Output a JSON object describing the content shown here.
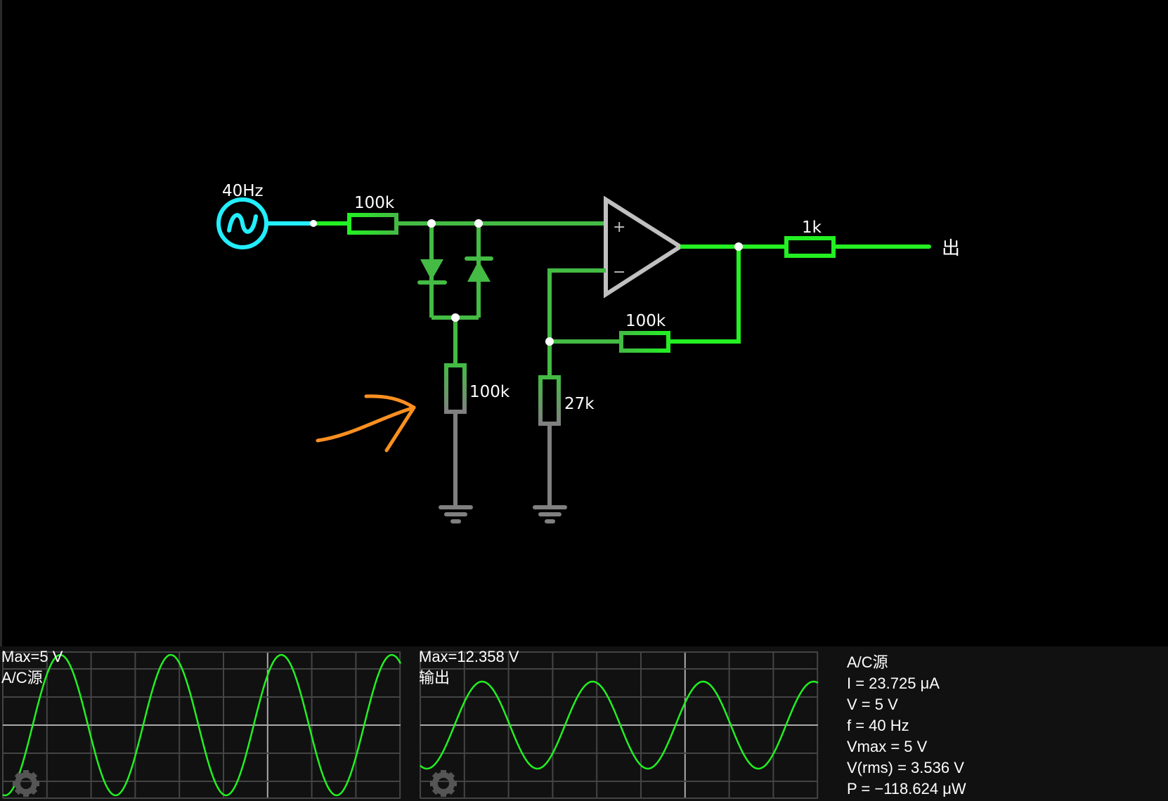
{
  "circuit": {
    "source": {
      "label": "40Hz",
      "icon": "ac-source-icon"
    },
    "resistors": {
      "r_input": "100k",
      "r_shunt": "100k",
      "r_ground": "27k",
      "r_feedback": "100k",
      "r_output": "1k"
    },
    "opamp": {
      "plus": "+",
      "minus": "−"
    },
    "output_label": "出",
    "colors": {
      "source": "#22eeff",
      "wire_bright": "#22f022",
      "wire_mid": "#44bb44",
      "ground": "#808080",
      "opamp": "#c0c0c0",
      "annotation": "#ff9020",
      "node": "#ffffff"
    }
  },
  "scopes": [
    {
      "max_label": "Max=5 V",
      "name": "A/C源",
      "amplitude_ratio": 1.0,
      "cycles_shown": 3.6,
      "phase": -1.7
    },
    {
      "max_label": "Max=12.358 V",
      "name": "输出",
      "amplitude_ratio": 0.62,
      "cycles_shown": 3.6,
      "phase": -1.95
    }
  ],
  "info": {
    "title": "A/C源",
    "lines": [
      "I = 23.725 μA",
      "V = 5 V",
      "f = 40 Hz",
      "Vmax = 5 V",
      "V(rms) = 3.536 V",
      "P = −118.624 μW"
    ]
  }
}
